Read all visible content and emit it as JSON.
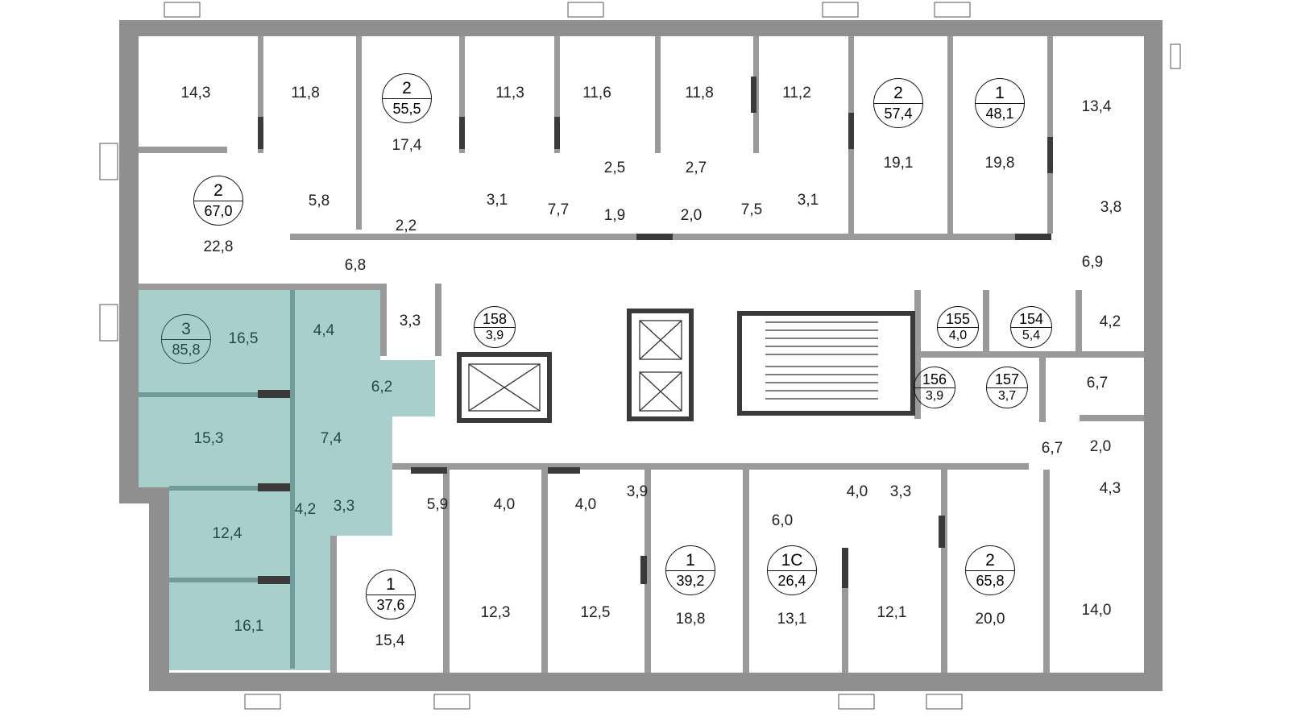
{
  "colors": {
    "wall": "#8f8f8f",
    "wall_dark": "#3a3a3a",
    "highlight": "#a8cfcc",
    "text": "#222222"
  },
  "apartments": [
    {
      "rooms": "2",
      "area": "55,5"
    },
    {
      "rooms": "2",
      "area": "57,4"
    },
    {
      "rooms": "1",
      "area": "48,1"
    },
    {
      "rooms": "2",
      "area": "67,0"
    },
    {
      "rooms": "3",
      "area": "85,8",
      "highlighted": true
    },
    {
      "rooms": "1",
      "area": "37,6"
    },
    {
      "rooms": "1",
      "area": "39,2"
    },
    {
      "rooms": "1С",
      "area": "26,4"
    },
    {
      "rooms": "2",
      "area": "65,8"
    }
  ],
  "storage": [
    {
      "number": "158",
      "area": "3,9"
    },
    {
      "number": "155",
      "area": "4,0"
    },
    {
      "number": "154",
      "area": "5,4"
    },
    {
      "number": "156",
      "area": "3,9"
    },
    {
      "number": "157",
      "area": "3,7"
    }
  ],
  "rooms": {
    "top": [
      "14,3",
      "11,8",
      "17,4",
      "11,3",
      "11,6",
      "11,8",
      "11,2",
      "19,1",
      "19,8",
      "13,4"
    ],
    "upper": [
      "22,8",
      "5,8",
      "2,2",
      "3,1",
      "7,7",
      "2,5",
      "1,9",
      "2,7",
      "2,0",
      "7,5",
      "3,1",
      "3,8",
      "6,9",
      "6,8"
    ],
    "middle": [
      "3,3",
      "4,2",
      "6,7",
      "6,7",
      "2,0",
      "4,3"
    ],
    "highlighted": [
      "16,5",
      "4,4",
      "6,2",
      "15,3",
      "7,4",
      "4,2",
      "3,3",
      "12,4",
      "16,1"
    ],
    "bottom": [
      "5,9",
      "4,0",
      "4,0",
      "3,9",
      "15,4",
      "12,3",
      "12,5",
      "18,8",
      "13,1",
      "6,0",
      "4,0",
      "3,3",
      "12,1",
      "20,0",
      "14,0"
    ]
  }
}
